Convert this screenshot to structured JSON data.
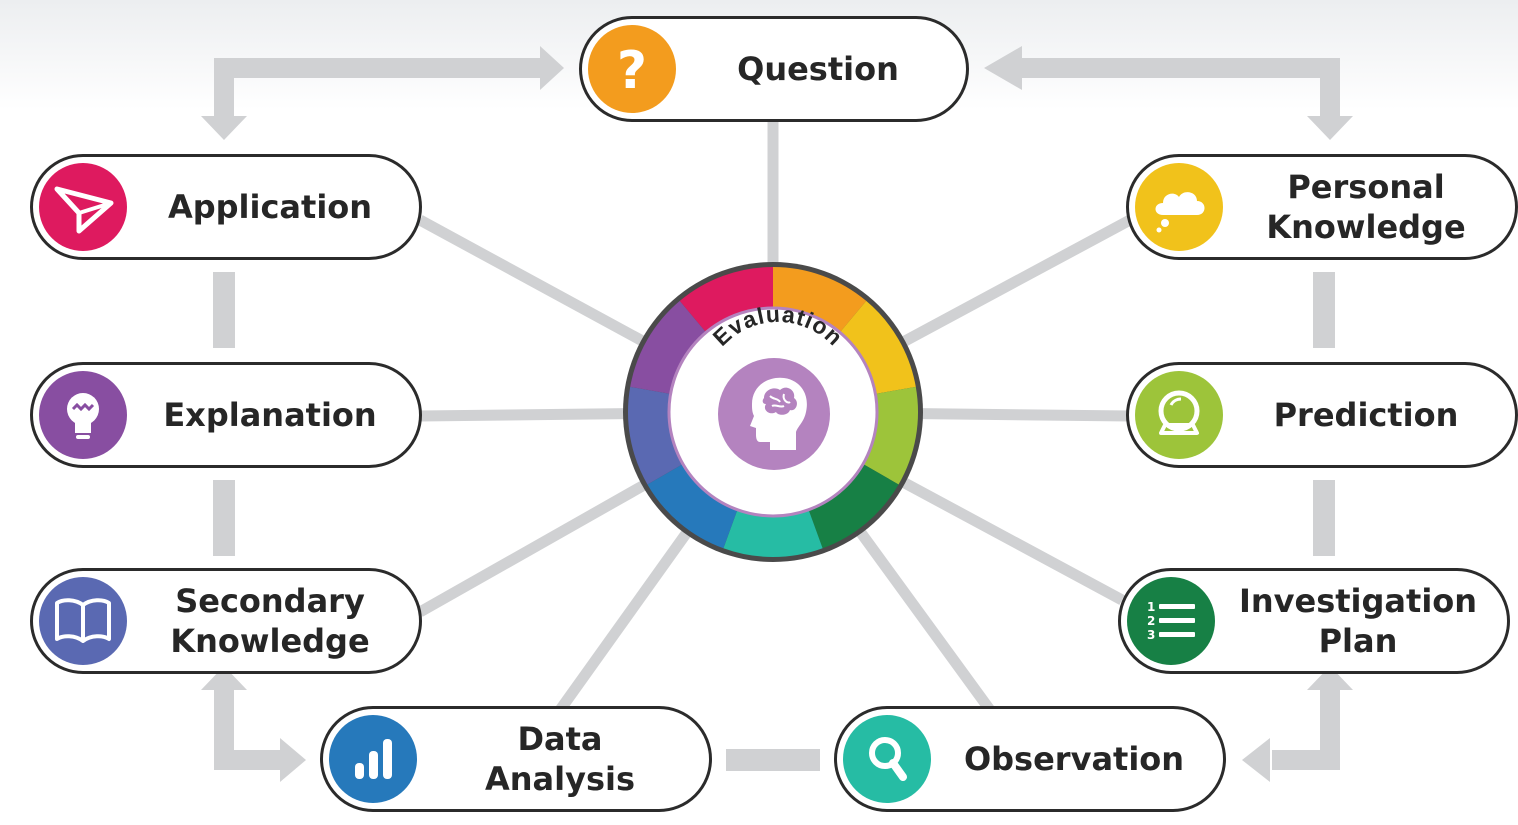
{
  "center": {
    "label": "Evaluation",
    "icon": "head-brain-icon",
    "ring_colors": [
      "#f39c1e",
      "#f1c21b",
      "#9dc43a",
      "#178045",
      "#26bca4",
      "#2679bb",
      "#5a69b2",
      "#884ea1",
      "#de1a5f"
    ],
    "icon_color": "#b483bf"
  },
  "nodes": [
    {
      "id": "question",
      "lines": [
        "Question"
      ],
      "icon": "question-mark-icon",
      "color": "#f39c1e"
    },
    {
      "id": "personal-knowledge",
      "lines": [
        "Personal",
        "Knowledge"
      ],
      "icon": "thought-bubble-icon",
      "color": "#f1c21b"
    },
    {
      "id": "prediction",
      "lines": [
        "Prediction"
      ],
      "icon": "crystal-ball-icon",
      "color": "#9dc43a"
    },
    {
      "id": "investigation-plan",
      "lines": [
        "Investigation",
        "Plan"
      ],
      "icon": "numbered-list-icon",
      "color": "#178045"
    },
    {
      "id": "observation",
      "lines": [
        "Observation"
      ],
      "icon": "magnifier-icon",
      "color": "#26bca4"
    },
    {
      "id": "data-analysis",
      "lines": [
        "Data",
        "Analysis"
      ],
      "icon": "bar-chart-icon",
      "color": "#2679bb"
    },
    {
      "id": "secondary-knowledge",
      "lines": [
        "Secondary",
        "Knowledge"
      ],
      "icon": "open-book-icon",
      "color": "#5a69b2"
    },
    {
      "id": "explanation",
      "lines": [
        "Explanation"
      ],
      "icon": "light-bulb-icon",
      "color": "#884ea1"
    },
    {
      "id": "application",
      "lines": [
        "Application"
      ],
      "icon": "paper-plane-icon",
      "color": "#de1a5f"
    }
  ],
  "connector_color": "#d0d1d3"
}
